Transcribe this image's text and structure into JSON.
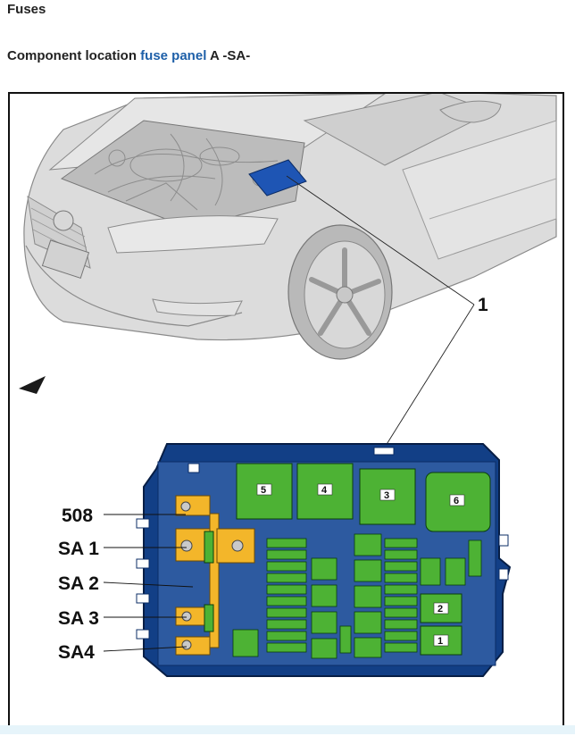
{
  "section": {
    "heading": "Fuses"
  },
  "location": {
    "prefix": "Component location",
    "link": "fuse panel",
    "suffix": "A -SA-"
  },
  "figure": {
    "callout_vehicle": "1",
    "fuse_labels": {
      "l508": "508",
      "sa1": "SA 1",
      "sa2": "SA 2",
      "sa3": "SA 3",
      "sa4": "SA4"
    },
    "relay_numbers": {
      "r5": "5",
      "r4": "4",
      "r3": "3",
      "r6": "6",
      "r2": "2",
      "r1": "1"
    },
    "colors": {
      "housing": "#123f86",
      "relay_green": "#4db234",
      "fuse_yellow": "#f3b62a",
      "car_body": "#d9d9d9"
    }
  }
}
